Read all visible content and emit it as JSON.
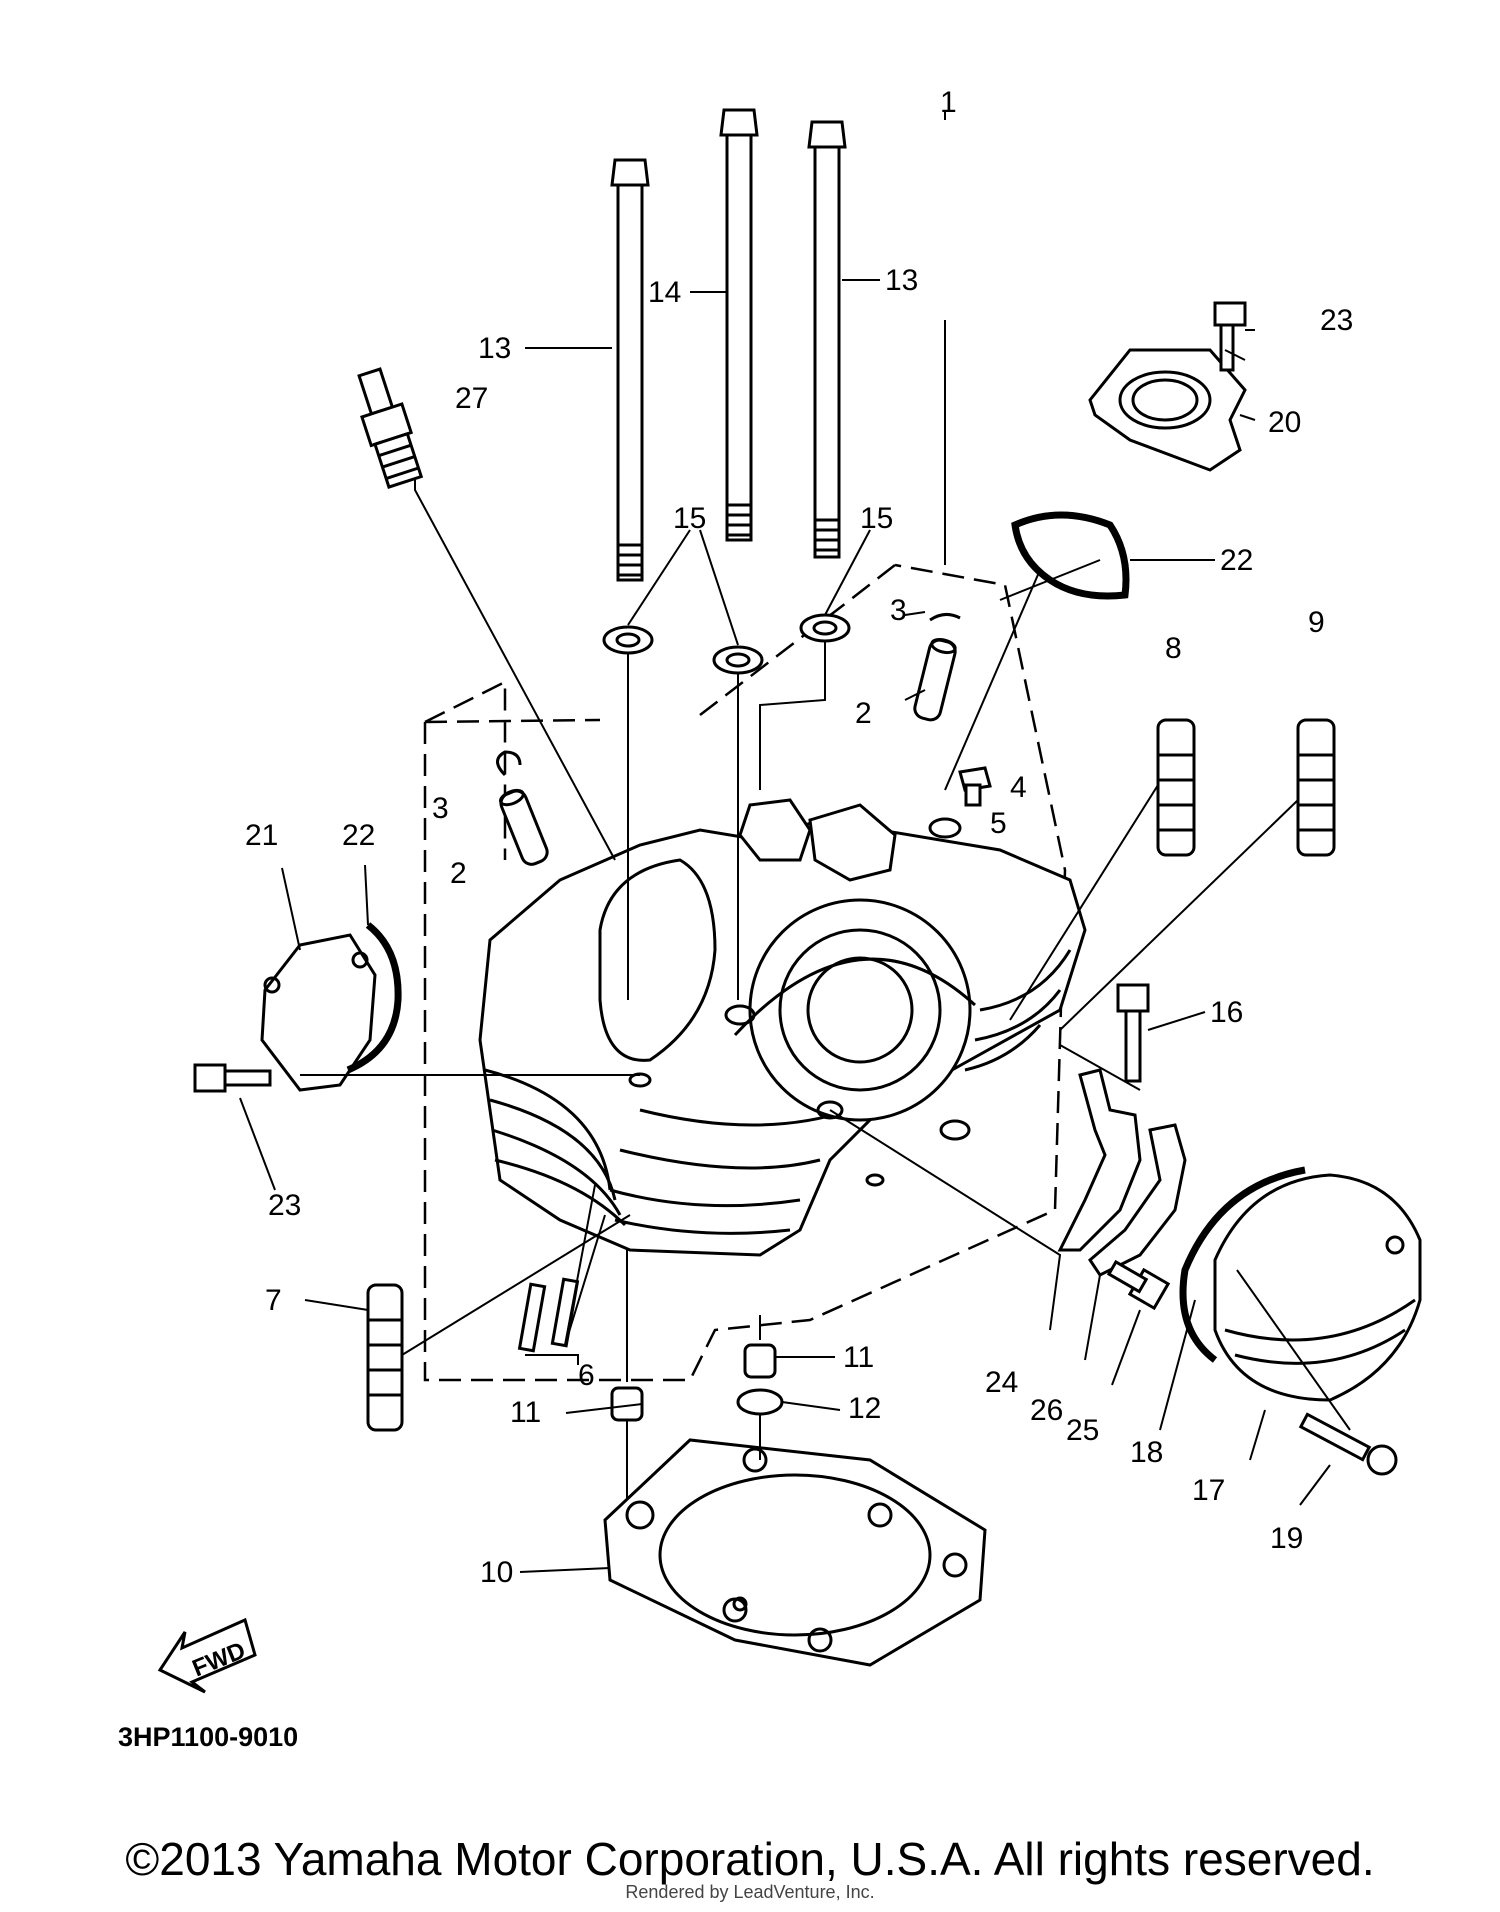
{
  "diagram": {
    "callouts": [
      {
        "id": "c1",
        "text": "1"
      },
      {
        "id": "c2a",
        "text": "2"
      },
      {
        "id": "c2b",
        "text": "2"
      },
      {
        "id": "c3a",
        "text": "3"
      },
      {
        "id": "c3b",
        "text": "3"
      },
      {
        "id": "c4",
        "text": "4"
      },
      {
        "id": "c5",
        "text": "5"
      },
      {
        "id": "c6",
        "text": "6"
      },
      {
        "id": "c7",
        "text": "7"
      },
      {
        "id": "c8",
        "text": "8"
      },
      {
        "id": "c9",
        "text": "9"
      },
      {
        "id": "c10",
        "text": "10"
      },
      {
        "id": "c11a",
        "text": "11"
      },
      {
        "id": "c11b",
        "text": "11"
      },
      {
        "id": "c12",
        "text": "12"
      },
      {
        "id": "c13a",
        "text": "13"
      },
      {
        "id": "c13b",
        "text": "13"
      },
      {
        "id": "c14",
        "text": "14"
      },
      {
        "id": "c15a",
        "text": "15"
      },
      {
        "id": "c15b",
        "text": "15"
      },
      {
        "id": "c16",
        "text": "16"
      },
      {
        "id": "c17",
        "text": "17"
      },
      {
        "id": "c18",
        "text": "18"
      },
      {
        "id": "c19",
        "text": "19"
      },
      {
        "id": "c20",
        "text": "20"
      },
      {
        "id": "c21",
        "text": "21"
      },
      {
        "id": "c22a",
        "text": "22"
      },
      {
        "id": "c22b",
        "text": "22"
      },
      {
        "id": "c23a",
        "text": "23"
      },
      {
        "id": "c23b",
        "text": "23"
      },
      {
        "id": "c24",
        "text": "24"
      },
      {
        "id": "c25",
        "text": "25"
      },
      {
        "id": "c26",
        "text": "26"
      },
      {
        "id": "c27",
        "text": "27"
      }
    ],
    "fwd_label": "FWD",
    "code": "3HP1100-9010"
  },
  "footer": {
    "copyright": "©2013 Yamaha Motor Corporation, U.S.A. All rights reserved.",
    "rendered_by": "Rendered by LeadVenture, Inc."
  }
}
